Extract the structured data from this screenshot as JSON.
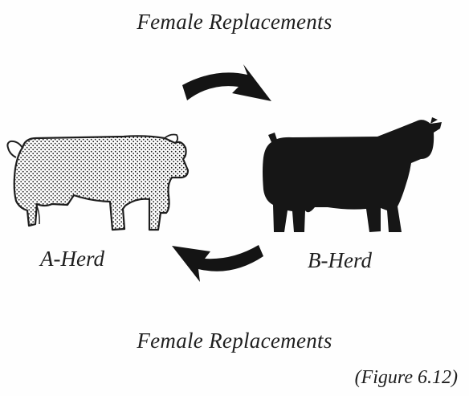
{
  "diagram": {
    "top_label": "Female Replacements",
    "bottom_label": "Female Replacements",
    "herd_a_label": "A-Herd",
    "herd_b_label": "B-Herd",
    "caption": "(Figure 6.12)"
  },
  "colors": {
    "ink": "#1e1e1e",
    "arrow": "#141414",
    "background": "#fefefe"
  },
  "icons": {
    "herd_a": "dotted-cow-outline-icon",
    "herd_b": "black-bull-silhouette-icon",
    "arrow_top": "curved-arrow-right-icon",
    "arrow_bottom": "curved-arrow-left-icon"
  }
}
